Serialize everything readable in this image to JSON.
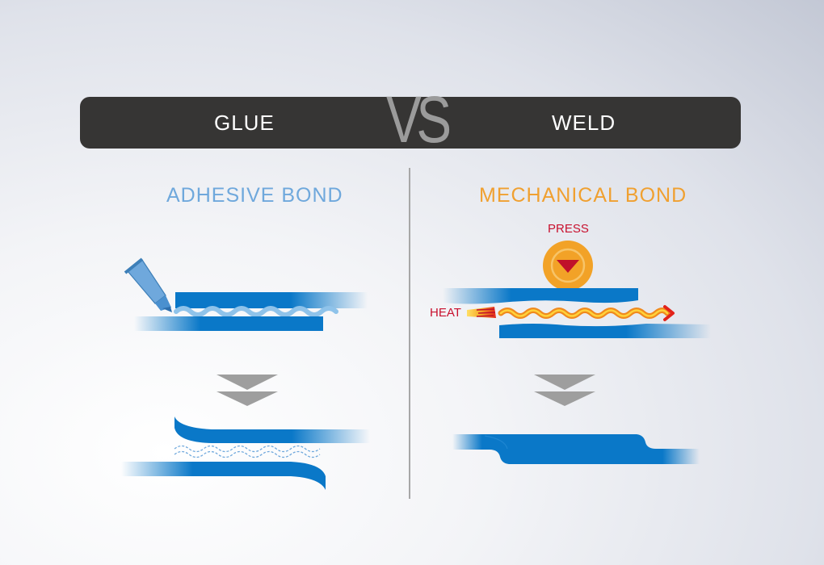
{
  "header": {
    "left_label": "GLUE",
    "vs_label": "VS",
    "right_label": "WELD"
  },
  "left_panel": {
    "heading": "ADHESIVE BOND",
    "heading_color": "#6fa8dc"
  },
  "right_panel": {
    "heading": "MECHANICAL BOND",
    "heading_color": "#f0a030",
    "press_label": "PRESS",
    "heat_label": "HEAT"
  },
  "colors": {
    "material_blue": "#0a78c8",
    "glue_blue": "#8fc3ea",
    "arrow_gray": "#9e9e9e",
    "press_orange": "#f2a227",
    "press_red": "#c0102a",
    "heat_red": "#c8102e",
    "heat_orange": "#f08a1e"
  },
  "icons": [
    "glue-tube-icon",
    "down-chevron-icon",
    "press-icon",
    "flame-icon",
    "heat-wave-arrow-icon"
  ]
}
